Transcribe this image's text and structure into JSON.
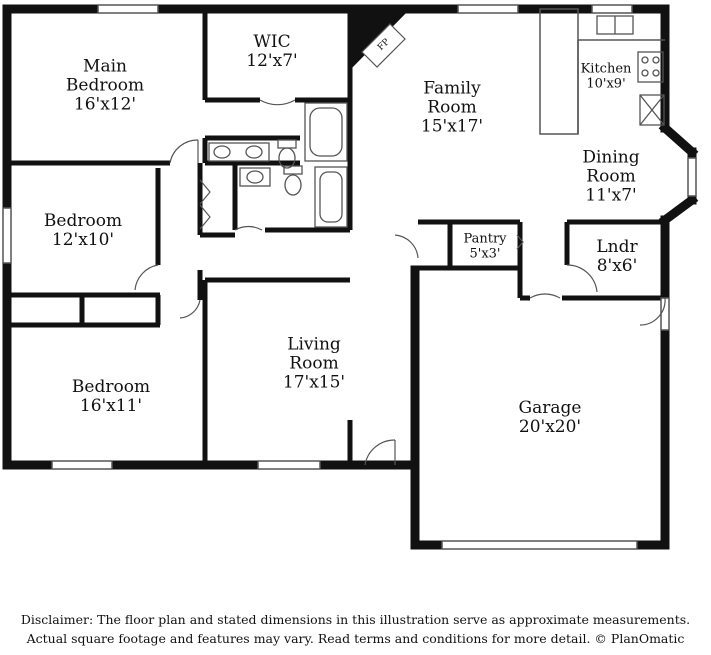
{
  "rooms": {
    "main_bedroom": {
      "name_line1": "Main",
      "name_line2": "Bedroom",
      "dims": "16'x12'"
    },
    "wic": {
      "name": "WIC",
      "dims": "12'x7'"
    },
    "fireplace": {
      "name": "FP"
    },
    "family_room": {
      "name_line1": "Family",
      "name_line2": "Room",
      "dims": "15'x17'"
    },
    "kitchen": {
      "name": "Kitchen",
      "dims": "10'x9'"
    },
    "dining_room": {
      "name_line1": "Dining",
      "name_line2": "Room",
      "dims": "11'x7'"
    },
    "bedroom_2": {
      "name": "Bedroom",
      "dims": "12'x10'"
    },
    "pantry": {
      "name": "Pantry",
      "dims": "5'x3'"
    },
    "laundry": {
      "name": "Lndr",
      "dims": "8'x6'"
    },
    "living_room": {
      "name_line1": "Living",
      "name_line2": "Room",
      "dims": "17'x15'"
    },
    "bedroom_3": {
      "name": "Bedroom",
      "dims": "16'x11'"
    },
    "garage": {
      "name": "Garage",
      "dims": "20'x20'"
    }
  },
  "disclaimer": {
    "line1": "Disclaimer: The floor plan and stated dimensions in this illustration serve as approximate measurements.",
    "line2": "Actual square footage and features may vary. Read terms and conditions for more detail. © PlanOmatic"
  },
  "colors": {
    "wall": "#111111",
    "fixture": "#555555",
    "background": "#ffffff"
  }
}
